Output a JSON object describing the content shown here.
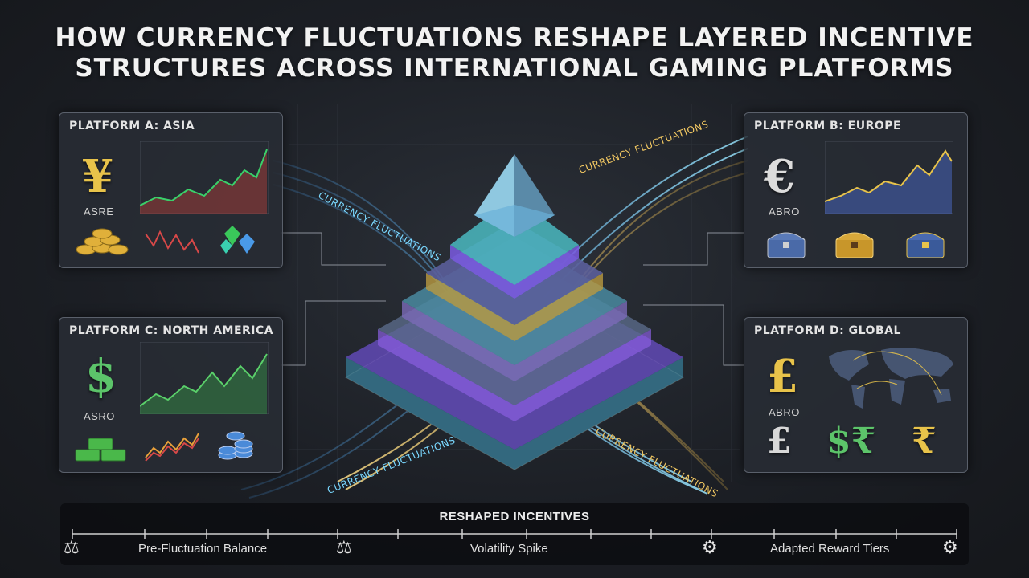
{
  "title": {
    "line1": "HOW CURRENCY FLUCTUATIONS RESHAPE LAYERED INCENTIVE",
    "line2": "STRUCTURES ACROSS INTERNATIONAL GAMING PLATFORMS"
  },
  "flow_label": "CURRENCY FLUCTUATIONS",
  "panels": {
    "a": {
      "title": "PLATFORM A: ASIA",
      "symbol": "¥",
      "code": "ASRE",
      "accent": "#e8c34a"
    },
    "b": {
      "title": "PLATFORM B: EUROPE",
      "symbol": "€",
      "code": "ABRO",
      "accent": "#d9d9d9"
    },
    "c": {
      "title": "PLATFORM C: NORTH AMERICA",
      "symbol": "$",
      "code": "ASRO",
      "accent": "#5cc46a"
    },
    "d": {
      "title": "PLATFORM D: GLOBAL",
      "symbol": "£",
      "code": "ABRO",
      "accent": "#e8c34a",
      "row_symbols": [
        "£",
        "$₹",
        "₹"
      ]
    }
  },
  "colors": {
    "teal": "#3fd8c0",
    "purple": "#9b5cf0",
    "gold": "#e9b84a",
    "blue": "#4aa8ff"
  },
  "timeline": {
    "title": "RESHAPED INCENTIVES",
    "labels": [
      "Pre-Fluctuation Balance",
      "Volatility Spike",
      "Adapted Reward Tiers"
    ]
  }
}
